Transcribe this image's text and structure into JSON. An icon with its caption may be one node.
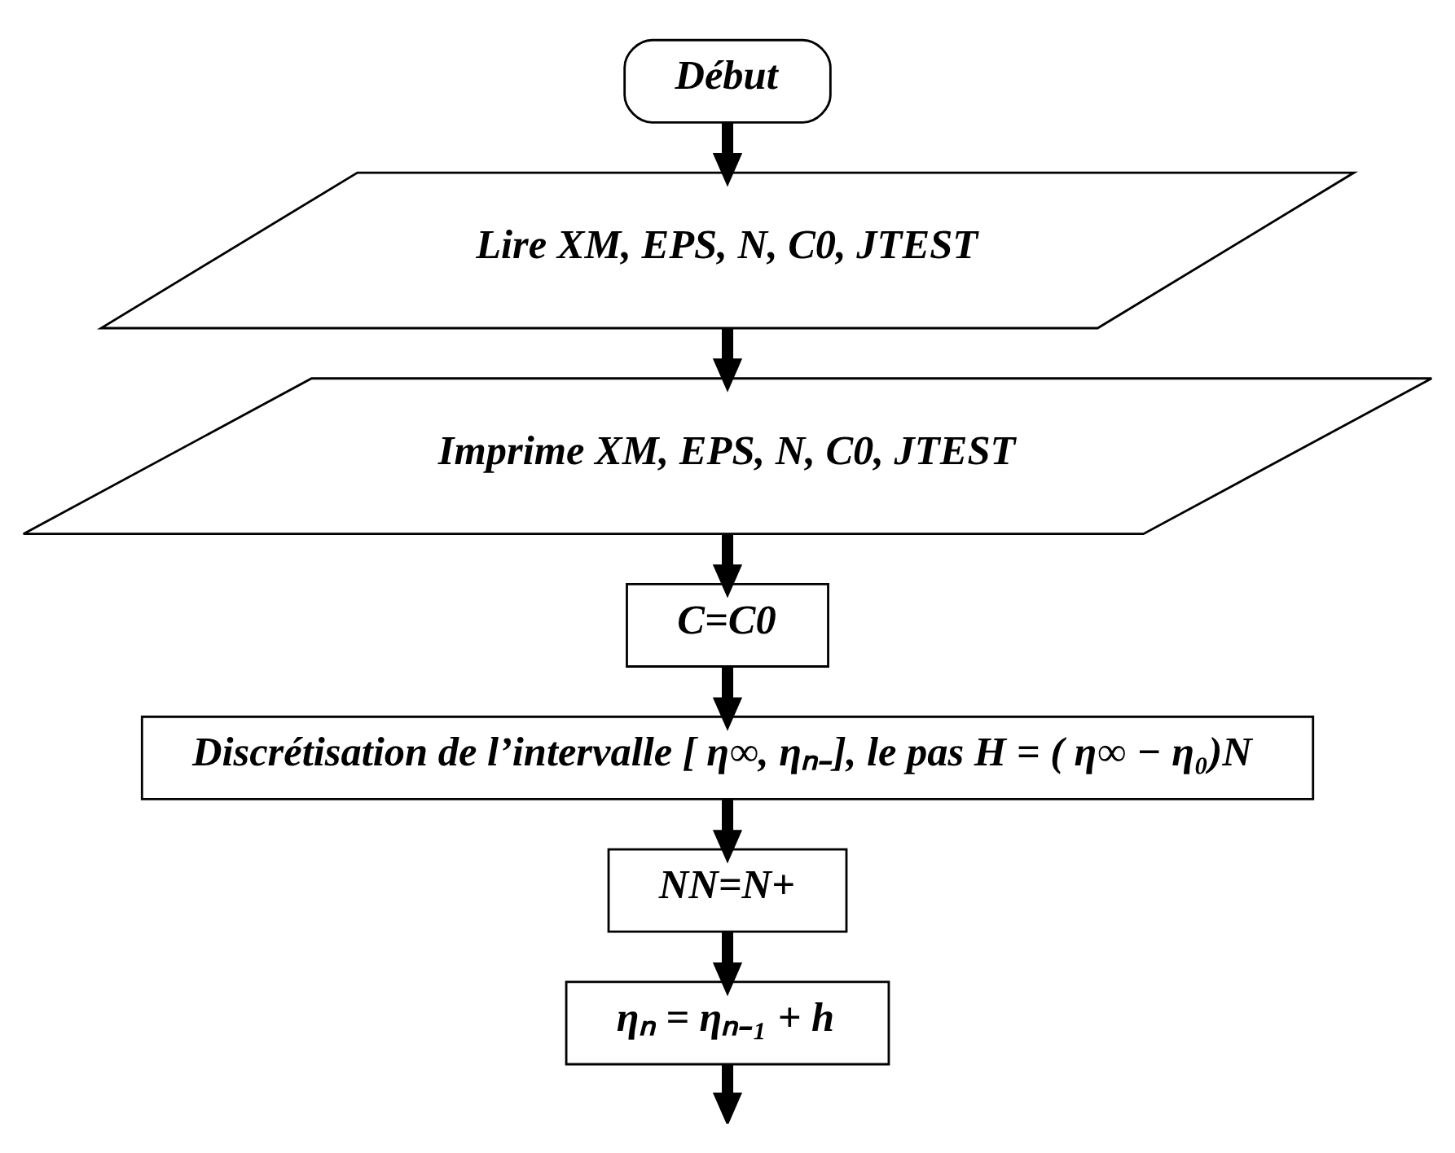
{
  "diagram": {
    "nodes": [
      {
        "text": [
          "Début"
        ]
      },
      {
        "text": [
          "Lire XM, EPS, N, C0, JTEST"
        ]
      },
      {
        "text": [
          "Imprime XM, EPS, N, C0, JTEST"
        ]
      },
      {
        "text": [
          "C=C0"
        ]
      },
      {
        "text": [
          "Discrétisation de l’intervalle [ η∞, ηₙ₋], le pas H = ( η∞ − η₀)N"
        ]
      },
      {
        "text": [
          "NN=N+"
        ]
      },
      {
        "text": [
          "ηₙ = ηₙ₋₁ + h"
        ]
      }
    ],
    "edges": [
      {
        "from": 0,
        "to": 1,
        "arrow": "to"
      },
      {
        "from": 1,
        "to": 2,
        "arrow": "to"
      },
      {
        "from": 2,
        "to": 3,
        "arrow": "to"
      },
      {
        "from": 3,
        "to": 4,
        "arrow": "to"
      },
      {
        "from": 4,
        "to": 5,
        "arrow": "to"
      },
      {
        "from": 5,
        "to": 6,
        "arrow": "to"
      },
      {
        "from": 6,
        "to": null,
        "arrow": "to"
      }
    ]
  }
}
